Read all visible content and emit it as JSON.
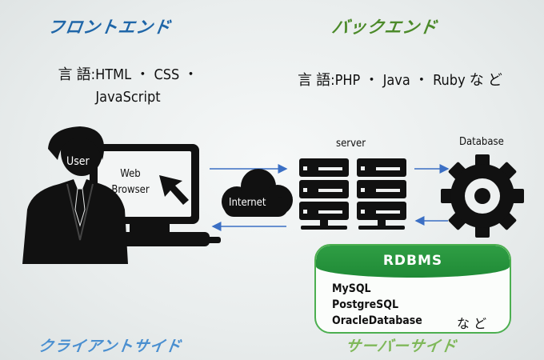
{
  "titles": {
    "frontend": "フロントエンド",
    "backend": "バックエンド",
    "client_side": "クライアントサイド",
    "server_side": "サーバーサイド"
  },
  "languages": {
    "frontend_line1": "言 語:HTML ・ CSS ・",
    "frontend_line2": "JavaScript",
    "backend": "言 語:PHP ・ Java ・ Ruby な ど"
  },
  "labels": {
    "user": "User",
    "web": "Web",
    "browser": "Browser",
    "internet": "Internet",
    "server": "server",
    "database": "Database"
  },
  "rdbms": {
    "title": "RDBMS",
    "items": [
      "MySQL",
      "PostgreSQL",
      "OracleDatabase"
    ],
    "suffix": "な ど"
  },
  "colors": {
    "frontend": "#1f66a8",
    "backend": "#4c8a2a",
    "client_side": "#4a8fd0",
    "server_side": "#7fb85a",
    "arrow": "#3b6fc4",
    "rdbms_green": "#2f9e44",
    "icon": "#111111"
  }
}
